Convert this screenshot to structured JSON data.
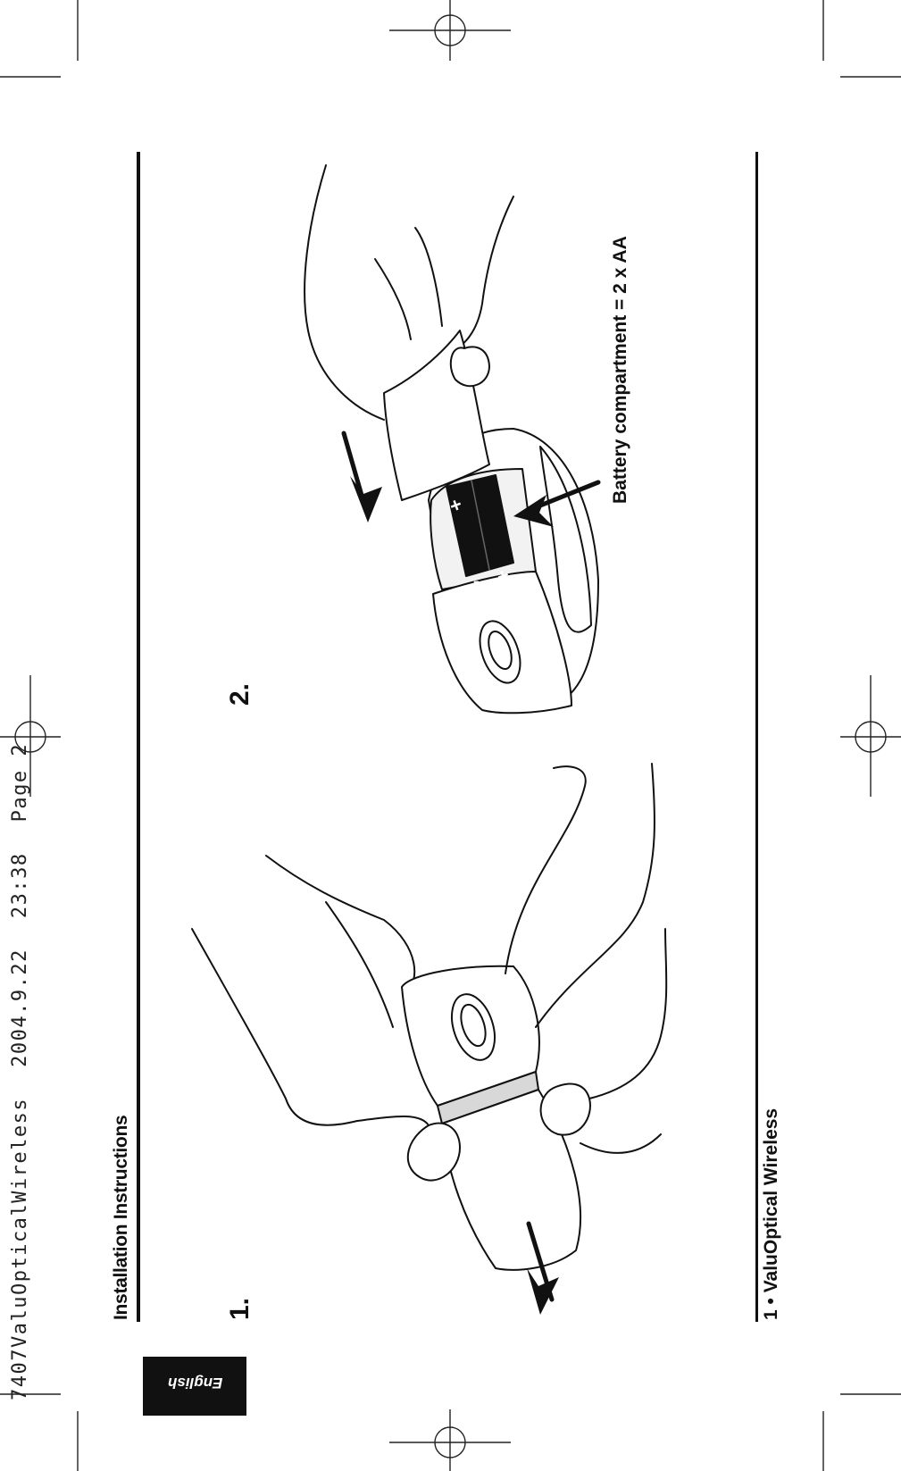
{
  "slug": {
    "filename": "7407ValuOpticalWireless",
    "date": "2004.9.22",
    "time": "23:38",
    "page": "Page 2"
  },
  "header": {
    "title": "Installation Instructions"
  },
  "language_tab": {
    "label": "English"
  },
  "steps": [
    {
      "number": "1."
    },
    {
      "number": "2."
    }
  ],
  "callout": {
    "battery_text": "Battery compartment = 2 x AA"
  },
  "battery_marks": {
    "plus": "+",
    "minus": "-"
  },
  "footer": {
    "text": "1 • ValuOptical Wireless"
  }
}
